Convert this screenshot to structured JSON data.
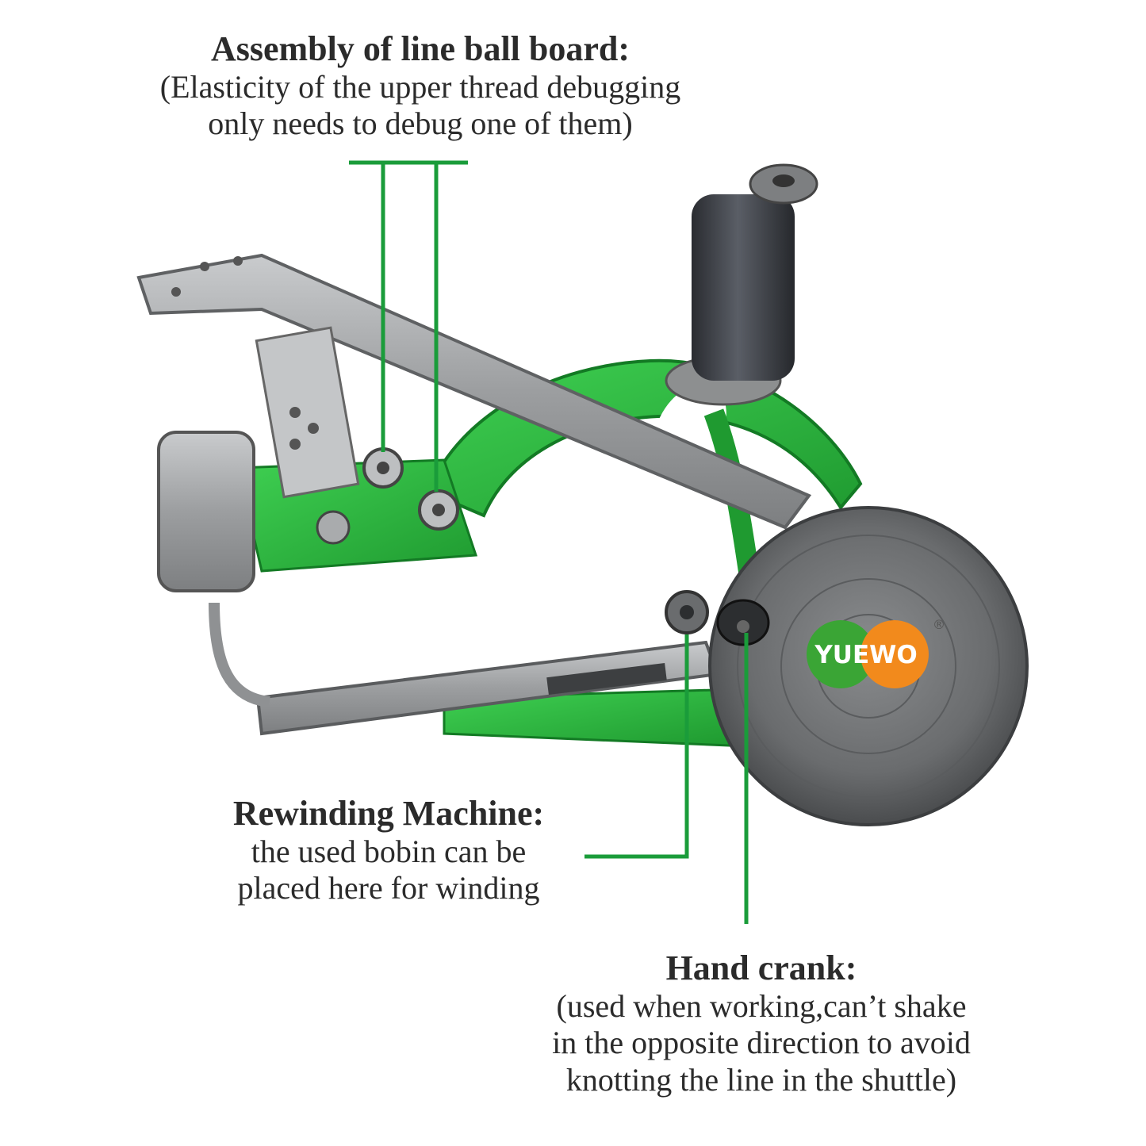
{
  "callouts": {
    "assembly": {
      "heading": "Assembly of line ball board:",
      "line1": "(Elasticity of the upper thread debugging",
      "line2": "only needs to debug one of them)"
    },
    "rewinding": {
      "heading": "Rewinding Machine:",
      "line1": "the used bobin can be",
      "line2": "placed here for winding"
    },
    "hand_crank": {
      "heading": "Hand crank:",
      "line1": "(used when working,can’t shake",
      "line2": "in the opposite direction to avoid",
      "line3": "knotting the line in the shuttle)"
    }
  },
  "logo": {
    "text": "YUEWO",
    "registered_mark": "®",
    "colors": {
      "left_circle": "#3aa535",
      "right_circle": "#f28a1c"
    }
  },
  "colors": {
    "leader_lines": "#1a9c3a",
    "frame_green": "#2ab83f",
    "metal": "#a9abad",
    "thread_spool": "#3b3e45",
    "handwheel": "#6c6e70"
  }
}
